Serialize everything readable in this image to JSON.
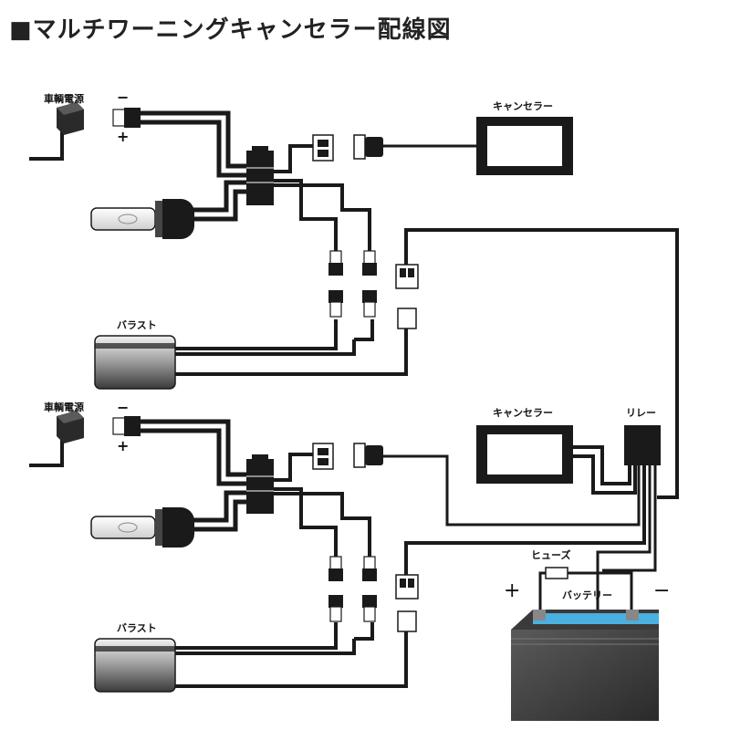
{
  "title": "■マルチワーニングキャンセラー配線図",
  "labels": {
    "vehicle_power_top": "車輌電源",
    "vehicle_power_bottom": "車輌電源",
    "minus_top": "−",
    "plus_top": "+",
    "minus_bottom": "−",
    "plus_bottom": "+",
    "canceller_top": "キャンセラー",
    "canceller_bottom": "キャンセラー",
    "relay": "リレー",
    "ballast_top": "バラスト",
    "ballast_bottom": "バラスト",
    "fuse": "ヒューズ",
    "battery": "バッテリー",
    "battery_plus": "+",
    "battery_minus": "−"
  },
  "colors": {
    "wire": "#1a1a1a",
    "wire_highlight": "#ffffff",
    "battery_cap": "#4ab0e0",
    "canceller_screen": "#ffffff"
  }
}
